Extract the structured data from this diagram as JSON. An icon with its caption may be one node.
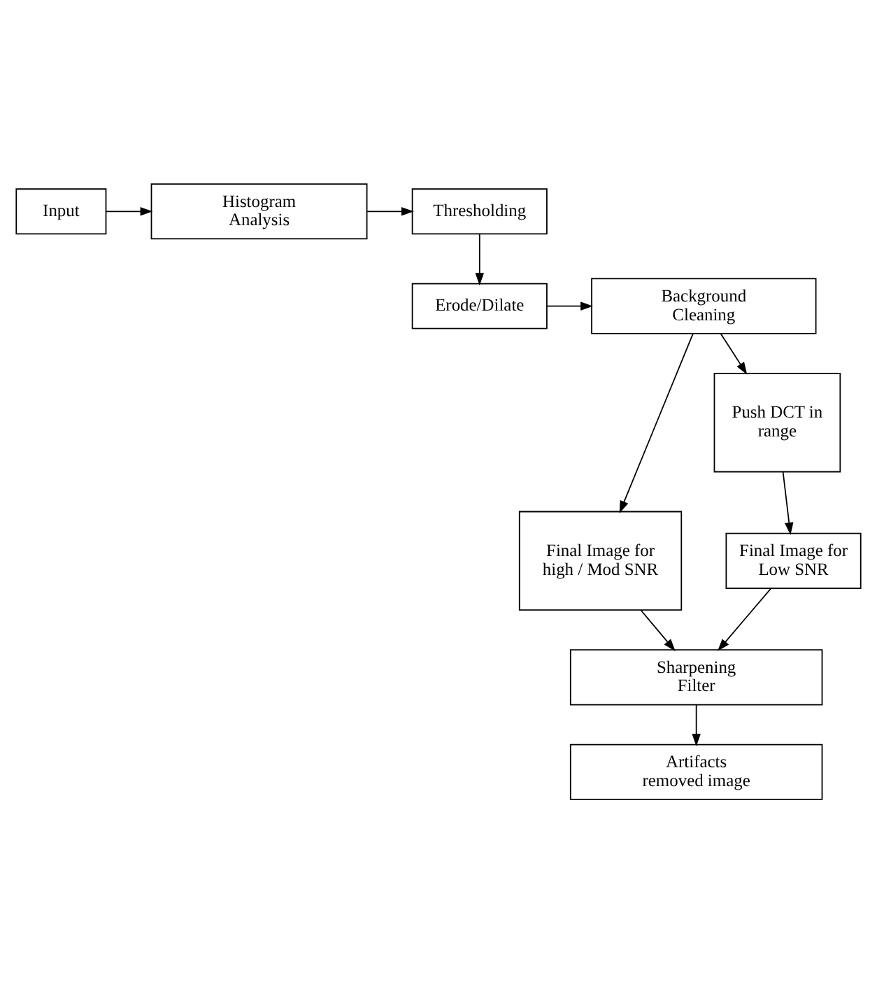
{
  "diagram": {
    "nodes": [
      {
        "text": [
          "Input"
        ]
      },
      {
        "text": [
          "Histogram Analysis"
        ]
      },
      {
        "text": [
          "Thresholding"
        ]
      },
      {
        "text": [
          "Erode/Dilate"
        ]
      },
      {
        "text": [
          "Background Cleaning"
        ]
      },
      {
        "text": [
          "Final Image for high / Mod SNR"
        ]
      },
      {
        "text": [
          "Push DCT in range"
        ]
      },
      {
        "text": [
          "Final Image for Low SNR"
        ]
      },
      {
        "text": [
          "Sharpening Filter"
        ]
      },
      {
        "text": [
          "Artifacts removed image"
        ]
      }
    ],
    "edges": [
      {
        "from": 0,
        "to": 1,
        "arrow": "to"
      },
      {
        "from": 1,
        "to": 2,
        "arrow": "to"
      },
      {
        "from": 2,
        "to": 3,
        "arrow": "to"
      },
      {
        "from": 3,
        "to": 4,
        "arrow": "to"
      },
      {
        "from": 4,
        "to": 5,
        "arrow": "to"
      },
      {
        "from": 4,
        "to": 6,
        "arrow": "to"
      },
      {
        "from": 6,
        "to": 7,
        "arrow": "to"
      },
      {
        "from": 5,
        "to": 8,
        "arrow": "to"
      },
      {
        "from": 7,
        "to": 8,
        "arrow": "to"
      },
      {
        "from": 8,
        "to": 9,
        "arrow": "to"
      }
    ]
  }
}
